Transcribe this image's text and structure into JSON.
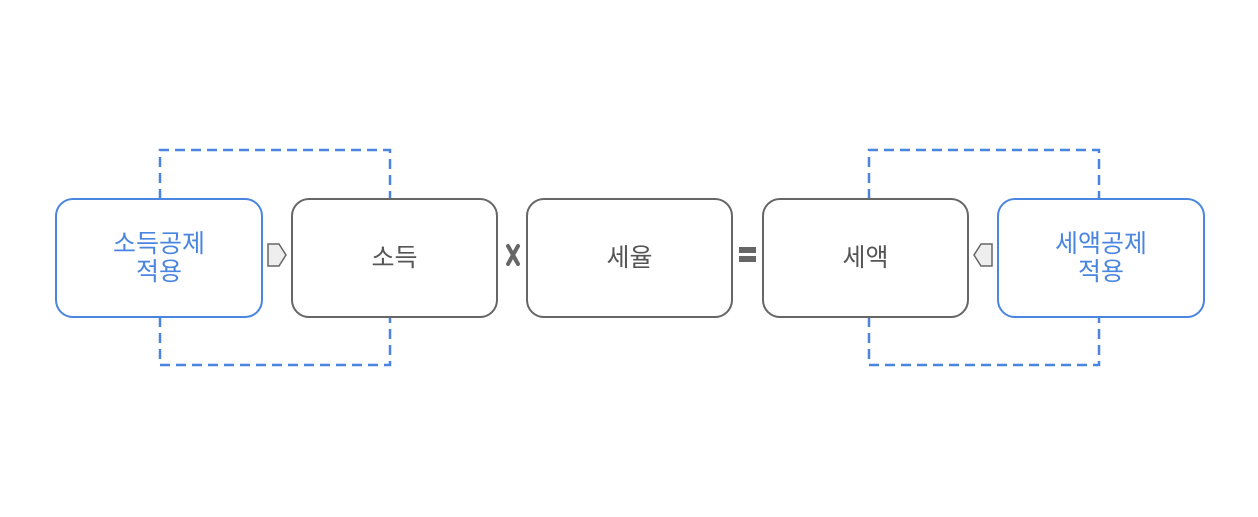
{
  "diagram": {
    "colors": {
      "accent": "#4a86e0",
      "neutral": "#666666",
      "text": "#555555"
    },
    "nodes": {
      "income_deduction": "소득공제\n적용",
      "income": "소득",
      "tax_rate": "세율",
      "tax_amount": "세액",
      "tax_credit": "세액공제\n적용"
    },
    "operators": [
      {
        "name": "multiply",
        "icon": "x-multiply-icon"
      },
      {
        "name": "equals",
        "icon": "equals-icon"
      }
    ],
    "connectors": [
      {
        "from": "income_deduction",
        "to": "income",
        "style": "dashed-loop",
        "icon": "arrow-right-icon"
      },
      {
        "from": "tax_credit",
        "to": "tax_amount",
        "style": "dashed-loop",
        "icon": "arrow-left-icon"
      }
    ]
  }
}
